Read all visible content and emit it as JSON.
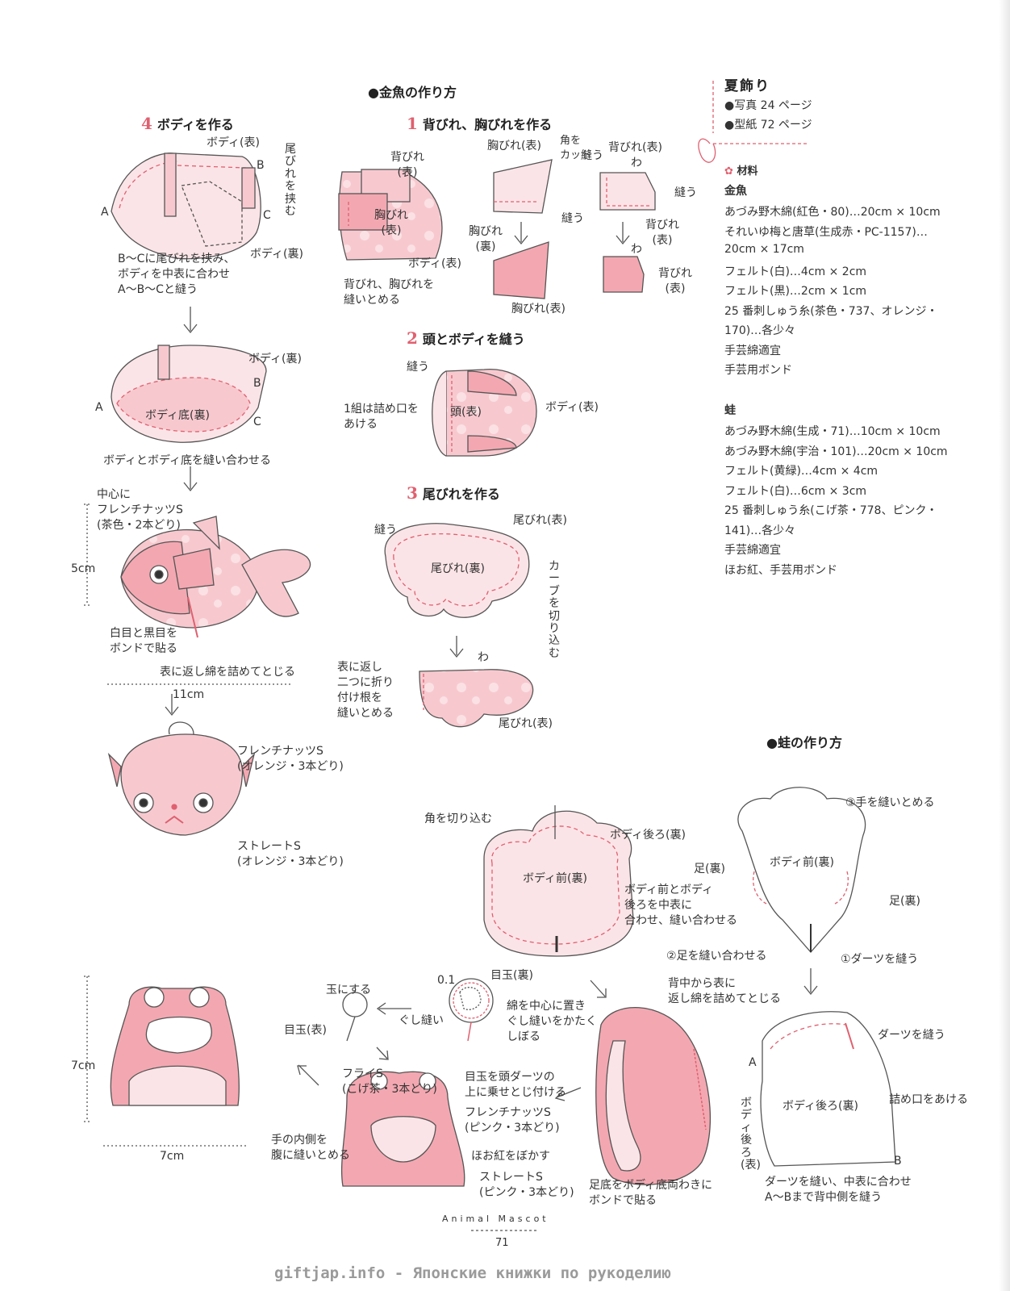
{
  "goldfish": {
    "heading": "●金魚の作り方",
    "step1": {
      "num": "1",
      "title": "背びれ、胸びれを作る",
      "labels": [
        "背びれ\n(表)",
        "胸びれ\n(表)",
        "ボディ(表)",
        "背びれ、胸びれを\n縫いとめる",
        "胸びれ(表)",
        "角を\nカット",
        "縫う",
        "胸びれ\n(裏)",
        "胸びれ(表)",
        "縫う",
        "背びれ(表)",
        "わ",
        "縫う",
        "背びれ\n(表)",
        "わ",
        "背びれ\n(表)"
      ]
    },
    "step2": {
      "num": "2",
      "title": "頭とボディを縫う",
      "labels": [
        "縫う",
        "1組は詰め口を\nあける",
        "頭(表)",
        "ボディ(表)"
      ]
    },
    "step3": {
      "num": "3",
      "title": "尾びれを作る",
      "labels": [
        "縫う",
        "尾びれ(表)",
        "尾びれ(裏)",
        "カーブを切り込む",
        "わ",
        "表に返し\n二つに折り\n付け根を\n縫いとめる",
        "尾びれ(表)"
      ]
    },
    "step4": {
      "num": "4",
      "title": "ボディを作る",
      "labels": [
        "ボディ(表)",
        "尾びれを挟む",
        "B",
        "A",
        "C",
        "ボディ(裏)",
        "B～Cに尾びれを挟み、\nボディを中表に合わせ\nA～B～Cと縫う",
        "ボディ(裏)",
        "B",
        "A",
        "ボディ底(裏)",
        "C",
        "ボディとボディ底を縫い合わせる",
        "中心に\nフレンチナッツS\n(茶色・2本どり)",
        "5cm",
        "白目と黒目を\nボンドで貼る",
        "表に返し綿を詰めてとじる",
        "11cm",
        "フレンチナッツS\n(オレンジ・3本どり)",
        "ストレートS\n(オレンジ・3本どり)"
      ]
    }
  },
  "materials": {
    "title": "夏飾り",
    "refs": [
      "●写真 24 ページ",
      "●型紙 72 ページ"
    ],
    "label": "材料",
    "goldfish_title": "金魚",
    "goldfish_items": [
      "あづみ野木綿(紅色・80)…20cm × 10cm",
      "それいゆ梅と唐草(生成赤・PC-1157)…",
      "20cm × 17cm",
      "フェルト(白)…4cm × 2cm",
      "フェルト(黒)…2cm × 1cm",
      "25 番刺しゅう糸(茶色・737、オレンジ・",
      "170)…各少々",
      "手芸綿適宜",
      "手芸用ボンド"
    ],
    "frog_title": "蛙",
    "frog_items": [
      "あづみ野木綿(生成・71)…10cm × 10cm",
      "あづみ野木綿(宇治・101)…20cm × 10cm",
      "フェルト(黄緑)…4cm × 4cm",
      "フェルト(白)…6cm × 3cm",
      "25 番刺しゅう糸(こげ茶・778、ピンク・",
      "141)…各少々",
      "手芸綿適宜",
      "ほお紅、手芸用ボンド"
    ]
  },
  "frog": {
    "heading": "●蛙の作り方",
    "labels": [
      "角を切り込む",
      "ボディ後ろ(裏)",
      "ボディ前(裏)",
      "ボディ前とボディ\n後ろを中表に\n合わせ、縫い合わせる",
      "③手を縫いとめる",
      "ボディ前(裏)",
      "足(裏)",
      "足(裏)",
      "②足を縫い合わせる",
      "①ダーツを縫う",
      "0.1",
      "目玉(裏)",
      "玉にする",
      "ぐし縫い",
      "目玉(表)",
      "綿を中心に置き\nぐし縫いをかたく\nしぼる",
      "背中から表に\n返し綿を詰めてとじる",
      "ダーツを縫う",
      "A",
      "ボディ後ろ(裏)",
      "詰め口をあける",
      "ボディ後ろ(表)",
      "B",
      "ダーツを縫い、中表に合わせ\nA～Bまで背中側を縫う",
      "フライS\n(こげ茶・3本どり)",
      "目玉を頭ダーツの\n上に乗せとじ付ける",
      "フレンチナッツS\n(ピンク・3本どり)",
      "ほお紅をぼかす",
      "手の内側を\n腹に縫いとめる",
      "ストレートS\n(ピンク・3本どり)",
      "足底をボディ底両わきに\nボンドで貼る",
      "7cm",
      "7cm"
    ]
  },
  "footer": {
    "series": "Animal Mascot",
    "page": "71",
    "watermark": "giftjap.info - Японские книжки по рукоделию"
  }
}
